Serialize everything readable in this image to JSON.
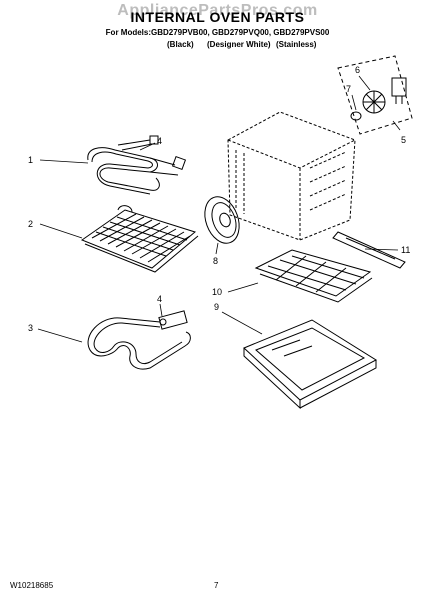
{
  "header": {
    "watermark": "AppliancePartsPros.com",
    "title": "INTERNAL OVEN PARTS",
    "models_line": "For Models:GBD279PVB00, GBD279PVQ00, GBD279PVS00",
    "variants": [
      "(Black)",
      "(Designer White)",
      "(Stainless)"
    ]
  },
  "callouts": [
    "1",
    "2",
    "3",
    "4",
    "4",
    "5",
    "6",
    "7",
    "8",
    "9",
    "10",
    "11"
  ],
  "footer": {
    "doc_number": "W10218685",
    "page_number": "7"
  }
}
